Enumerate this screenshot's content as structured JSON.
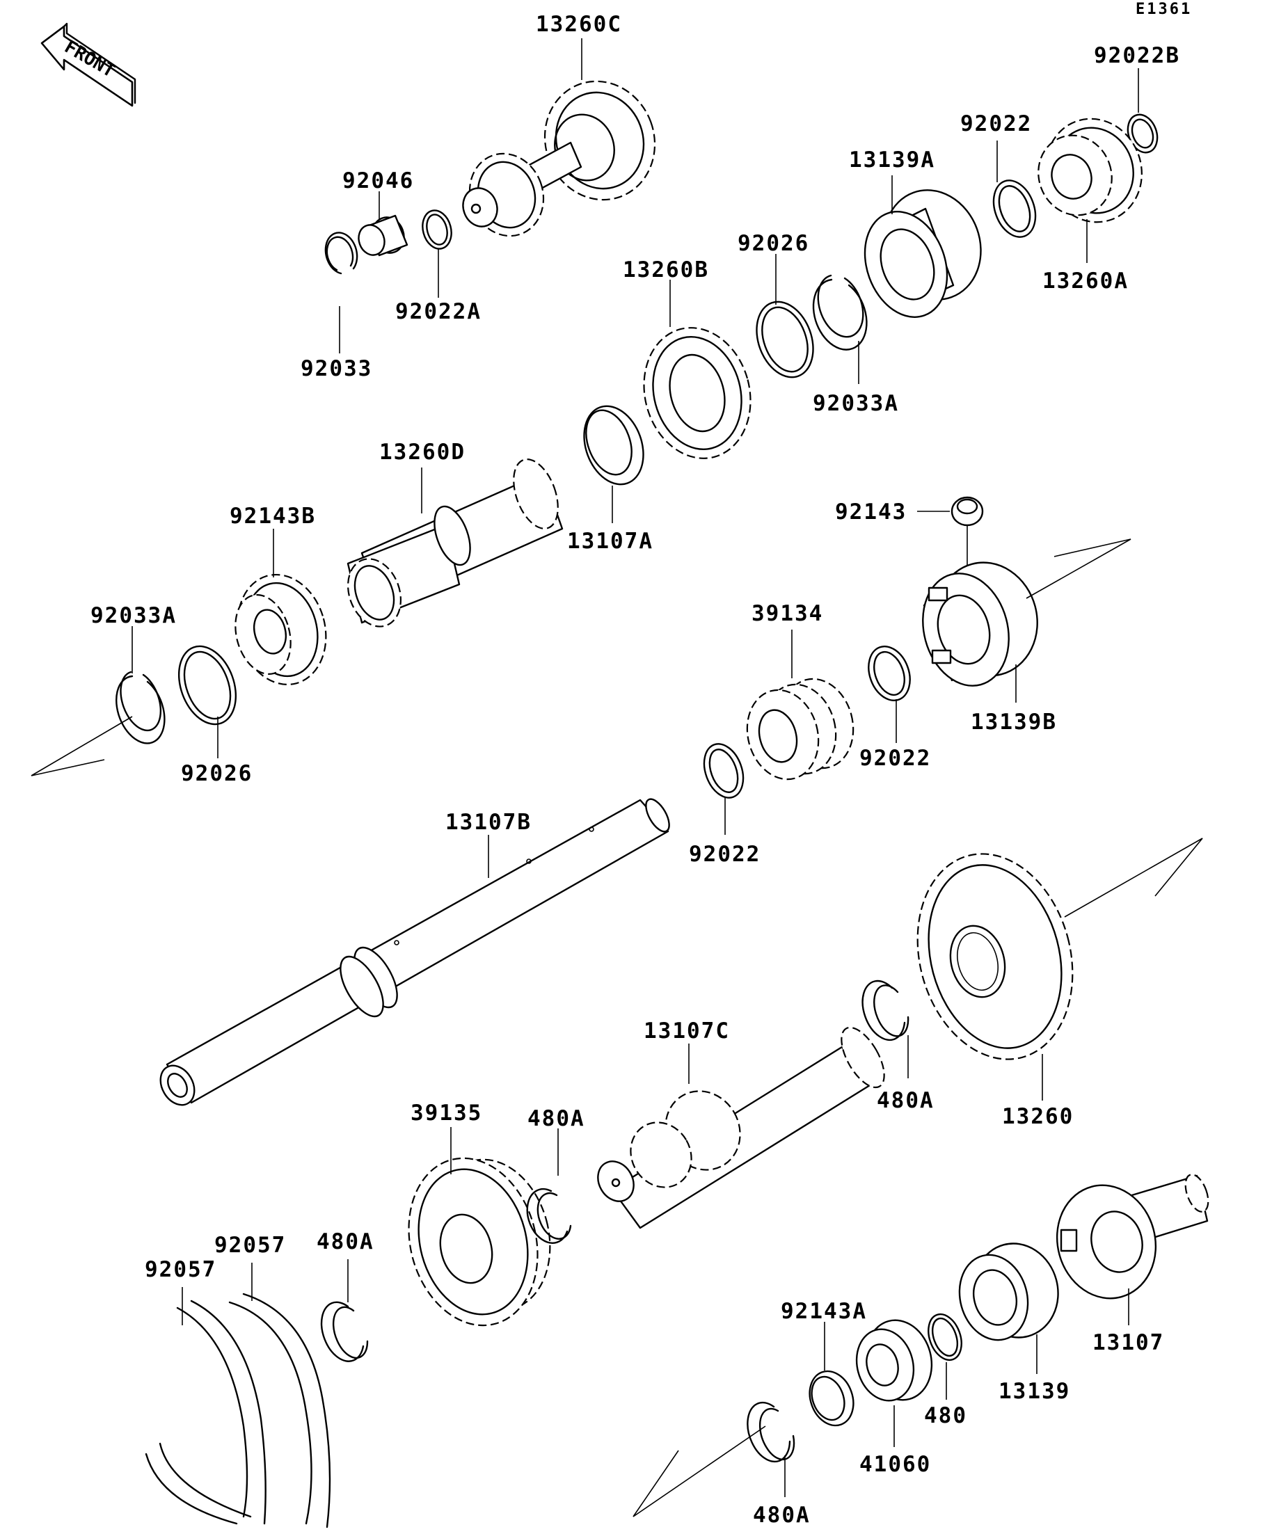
{
  "diagram_code": "E1361",
  "direction_marker": "FRONT",
  "parts": [
    {
      "id": "13260C",
      "label": "13260C"
    },
    {
      "id": "92022B",
      "label": "92022B"
    },
    {
      "id": "92046",
      "label": "92046"
    },
    {
      "id": "92022",
      "label": "92022"
    },
    {
      "id": "13139A",
      "label": "13139A"
    },
    {
      "id": "92026",
      "label": "92026"
    },
    {
      "id": "92022A",
      "label": "92022A"
    },
    {
      "id": "92033",
      "label": "92033"
    },
    {
      "id": "13260A",
      "label": "13260A"
    },
    {
      "id": "13260B",
      "label": "13260B"
    },
    {
      "id": "92033A",
      "label": "92033A"
    },
    {
      "id": "13107A",
      "label": "13107A"
    },
    {
      "id": "13260D",
      "label": "13260D"
    },
    {
      "id": "92143B",
      "label": "92143B"
    },
    {
      "id": "92143",
      "label": "92143"
    },
    {
      "id": "92033A-left",
      "label": "92033A"
    },
    {
      "id": "39134",
      "label": "39134"
    },
    {
      "id": "92026-left",
      "label": "92026"
    },
    {
      "id": "92022-mid",
      "label": "92022"
    },
    {
      "id": "13139B",
      "label": "13139B"
    },
    {
      "id": "13107B",
      "label": "13107B"
    },
    {
      "id": "92022-low",
      "label": "92022"
    },
    {
      "id": "13107C",
      "label": "13107C"
    },
    {
      "id": "480A-right",
      "label": "480A"
    },
    {
      "id": "13260",
      "label": "13260"
    },
    {
      "id": "39135",
      "label": "39135"
    },
    {
      "id": "480A-mid",
      "label": "480A"
    },
    {
      "id": "92057-right",
      "label": "92057"
    },
    {
      "id": "92057-left",
      "label": "92057"
    },
    {
      "id": "480A-left",
      "label": "480A"
    },
    {
      "id": "92143A",
      "label": "92143A"
    },
    {
      "id": "13107",
      "label": "13107"
    },
    {
      "id": "480",
      "label": "480"
    },
    {
      "id": "13139",
      "label": "13139"
    },
    {
      "id": "41060",
      "label": "41060"
    },
    {
      "id": "480A-bottom",
      "label": "480A"
    }
  ]
}
